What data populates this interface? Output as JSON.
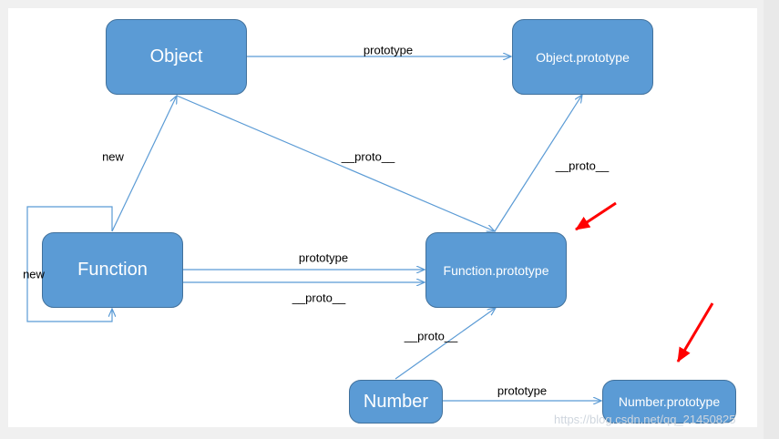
{
  "nodes": {
    "object": "Object",
    "object_prototype": "Object.prototype",
    "function": "Function",
    "function_prototype": "Function.prototype",
    "number": "Number",
    "number_prototype": "Number.prototype"
  },
  "edges": {
    "object_to_object_prototype": "prototype",
    "function_to_object": "new",
    "function_self_loop": "new",
    "object_to_function_prototype": "__proto__",
    "function_prototype_to_object_prototype": "__proto__",
    "function_to_function_prototype": "prototype",
    "function_proto_to_function_prototype": "__proto__",
    "number_to_function_prototype": "__proto__",
    "number_to_number_prototype": "prototype"
  },
  "watermark": "https://blog.csdn.net/qq_21450825",
  "colors": {
    "node_fill": "#5b9bd5",
    "node_border": "#41719c",
    "connector": "#5b9bd5",
    "highlight_arrow": "#ff0000"
  }
}
